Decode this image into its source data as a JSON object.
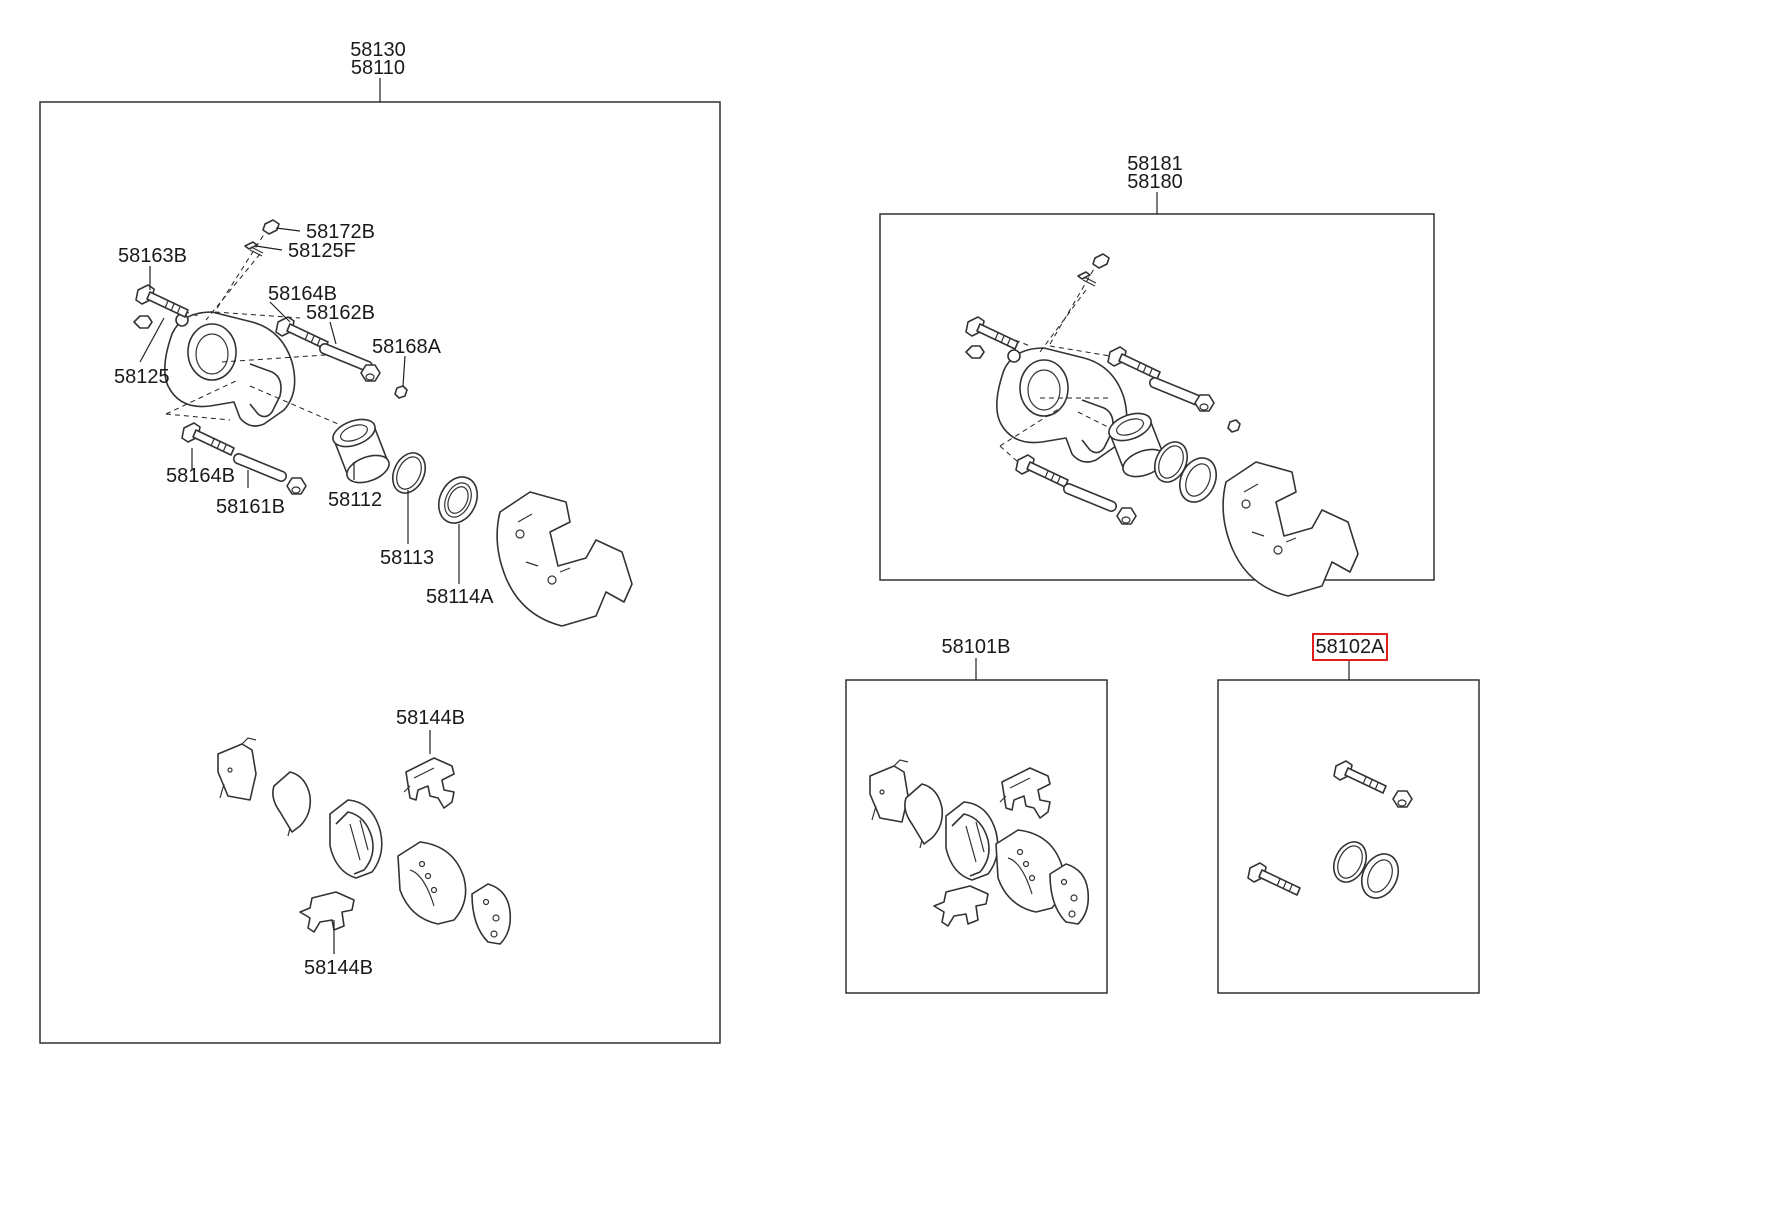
{
  "colors": {
    "highlight": "#e02020",
    "line": "#222222"
  },
  "assembly_main": {
    "label_top": "58130",
    "label_bottom": "58110"
  },
  "assembly_side": {
    "label_top": "58181",
    "label_bottom": "58180"
  },
  "pad_kit": {
    "label": "58101B"
  },
  "repair_kit": {
    "label": "58102A",
    "highlighted": true
  },
  "callouts": {
    "c58172B": "58172B",
    "c58125F": "58125F",
    "c58163B": "58163B",
    "c58164B_top": "58164B",
    "c58162B": "58162B",
    "c58168A": "58168A",
    "c58125": "58125",
    "c58164B_bottom": "58164B",
    "c58161B": "58161B",
    "c58112": "58112",
    "c58113": "58113",
    "c58114A": "58114A",
    "c58144B_top": "58144B",
    "c58144B_bottom": "58144B"
  }
}
